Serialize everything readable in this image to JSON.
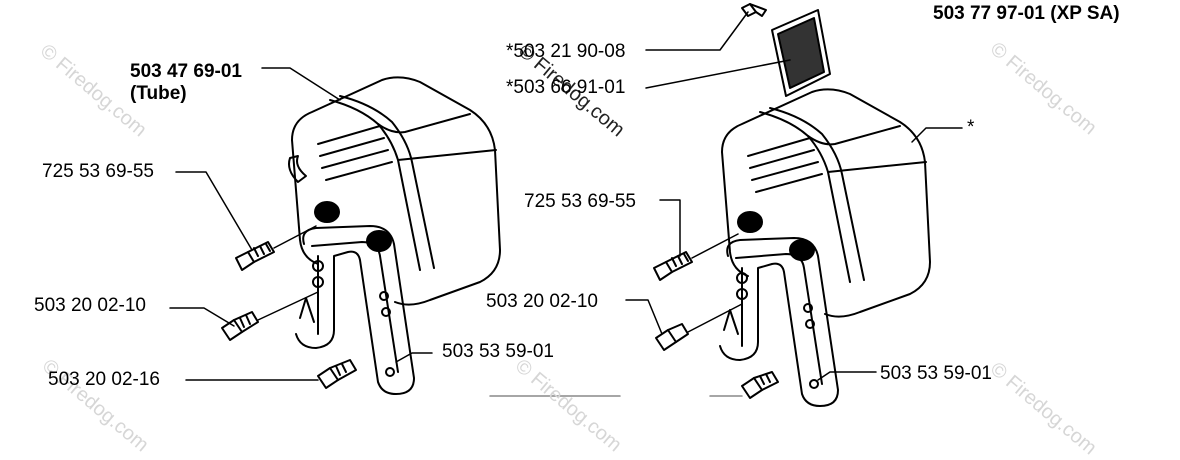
{
  "header": {
    "title": "503 77 97-01 (XP SA)"
  },
  "watermark": "© Firedog.com",
  "left_assembly": {
    "tube_part": "503 47 69-01",
    "tube_note": "(Tube)",
    "bolt_top": "725 53 69-55",
    "bolt_mid": "503 20 02-10",
    "bolt_bottom": "503 20 02-16",
    "bracket": "503 53 59-01"
  },
  "right_assembly": {
    "screw": "*503 21 90-08",
    "screen": "*503 66 91-01",
    "muffler_star": "*",
    "bolt_top": "725 53 69-55",
    "bolt_mid": "503 20 02-10",
    "bracket": "503 53 59-01"
  }
}
